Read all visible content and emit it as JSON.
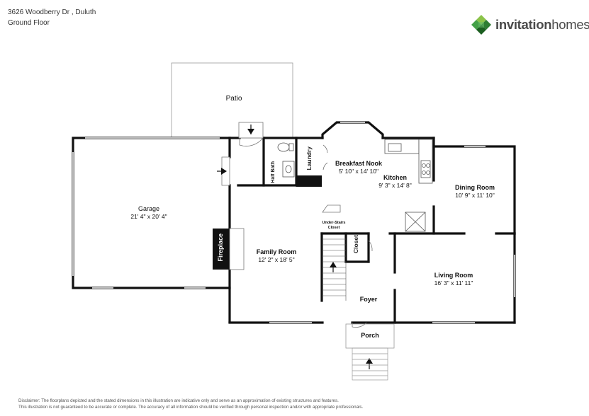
{
  "header": {
    "address": "3626 Woodberry Dr , Duluth",
    "floor": "Ground Floor"
  },
  "brand": {
    "name_bold": "invitation",
    "name_light": "homes",
    "logo_icon": "green-diamond-cluster-icon",
    "colors": {
      "dark_green": "#2e7d32",
      "mid_green": "#43a047",
      "light_green": "#8bc34a",
      "text": "#4a4a4a"
    }
  },
  "rooms": {
    "patio": {
      "name": "Patio",
      "dims": ""
    },
    "garage": {
      "name": "Garage",
      "dims": "21' 4\" x 20' 4\""
    },
    "half_bath": {
      "name": "Half Bath"
    },
    "laundry": {
      "name": "Laundry"
    },
    "breakfast_nook": {
      "name": "Breakfast Nook",
      "dims": "5' 10\" x 14' 10\""
    },
    "kitchen": {
      "name": "Kitchen",
      "dims": "9' 3\" x 14' 8\""
    },
    "dining_room": {
      "name": "Dining Room",
      "dims": "10' 9\" x 11' 10\""
    },
    "family_room": {
      "name": "Family Room",
      "dims": "12' 2\" x 18' 5\""
    },
    "fireplace": {
      "name": "Fireplace"
    },
    "under_stairs_closet": {
      "name": "Under-Stairs Closet"
    },
    "closet": {
      "name": "Closet"
    },
    "living_room": {
      "name": "Living Room",
      "dims": "16' 3\" x 11' 11\""
    },
    "foyer": {
      "name": "Foyer"
    },
    "porch": {
      "name": "Porch"
    }
  },
  "disclaimer": {
    "line1": "Disclaimer: The floorplans depicted and the stated dimensions in this illustration are indicative only and serve as an approximation of existing structures and features.",
    "line2": "This illustration is not guaranteed to be accurate or complete. The accuracy of all information should be verified through personal inspection and/or with appropriate professionals."
  }
}
